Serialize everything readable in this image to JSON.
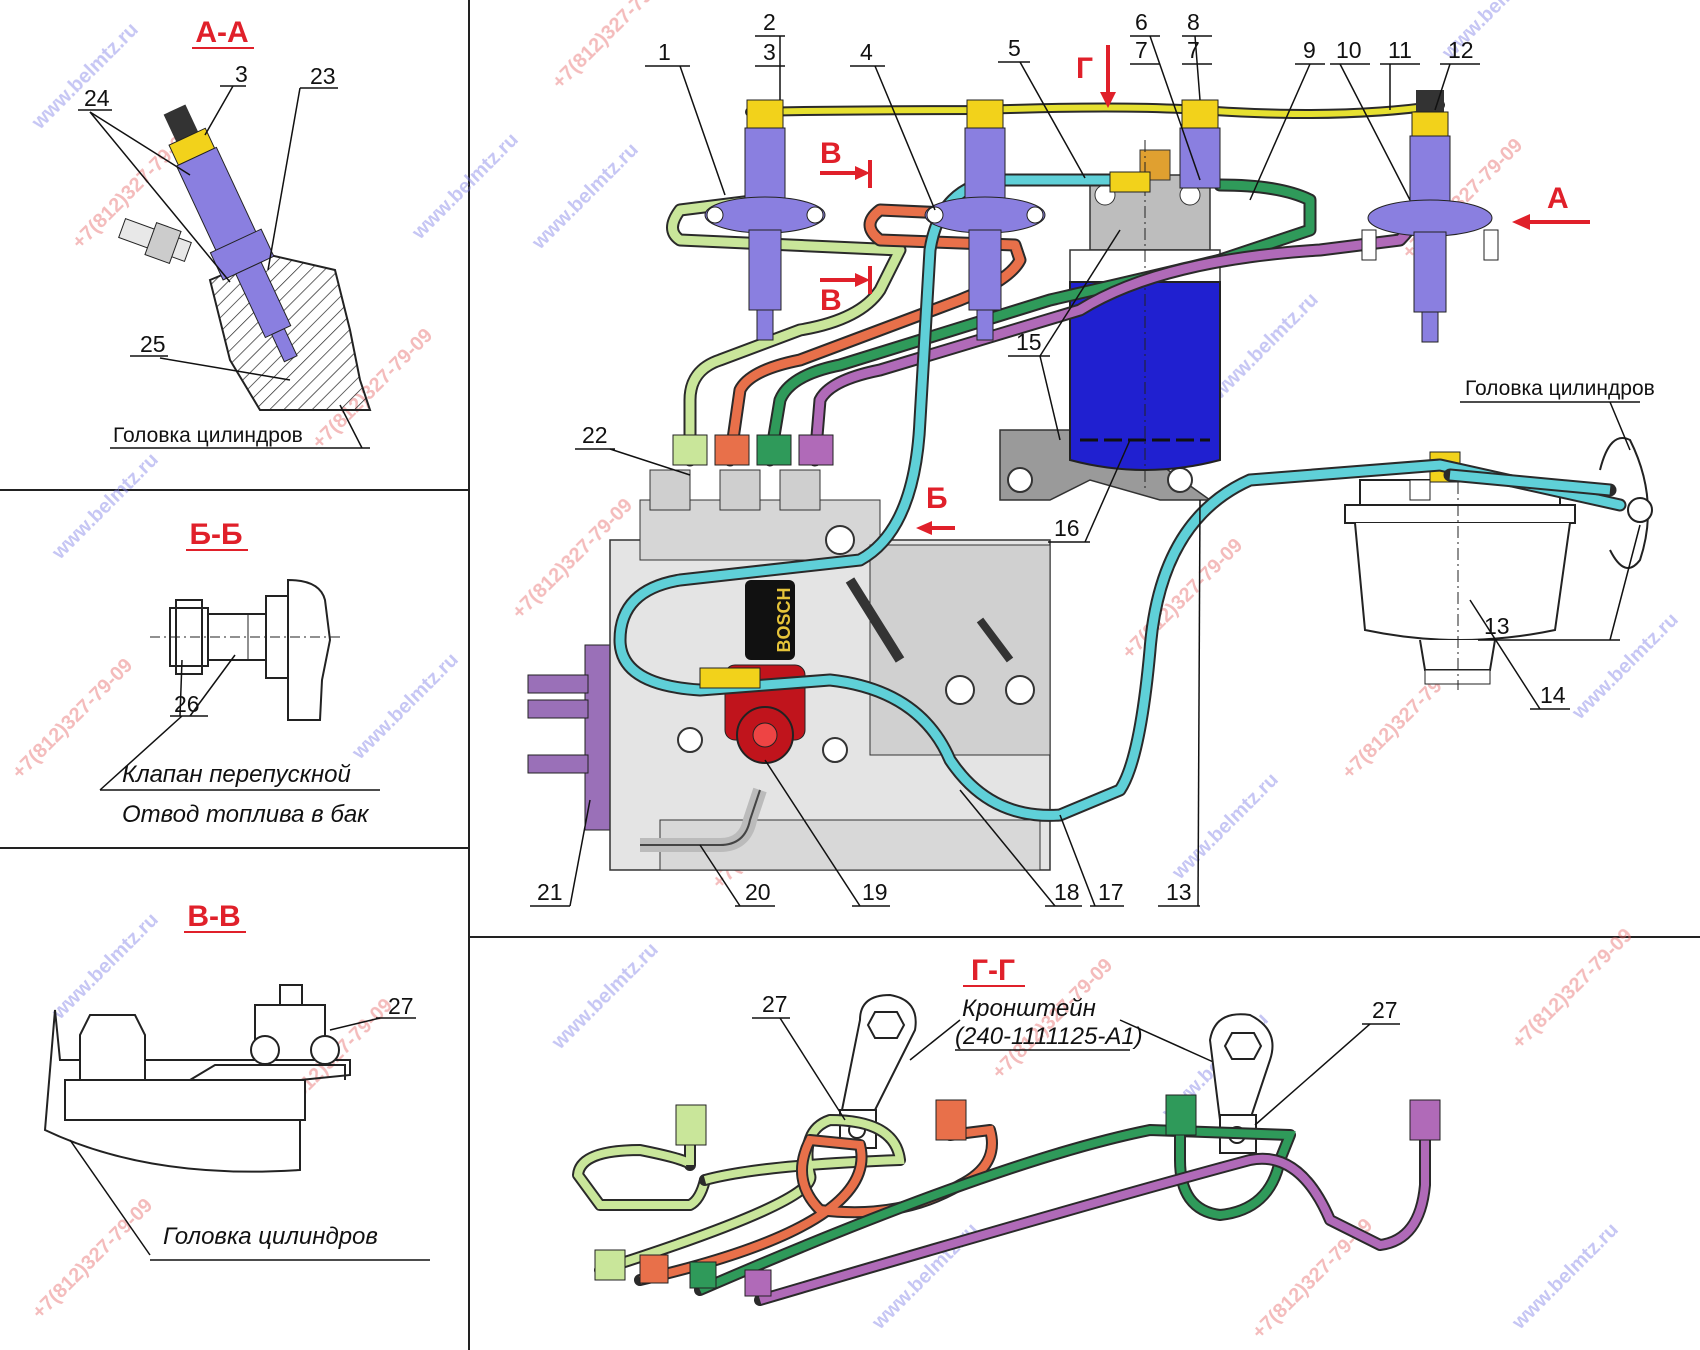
{
  "section_titles": {
    "aa": "А-А",
    "bb": "Б-Б",
    "vv": "В-В",
    "gg": "Г-Г"
  },
  "direction_labels": {
    "a": "А",
    "b": "Б",
    "v1": "В",
    "v2": "В",
    "g": "Г"
  },
  "notes": {
    "aa_head": "Головка цилиндров",
    "bb_valve": "Клапан перепускной",
    "bb_drain": "Отвод топлива в бак",
    "vv_head": "Головка цилиндров",
    "main_head": "Головка цилиндров",
    "gg_bracket_1": "Кронштейн",
    "gg_bracket_2": "(240-1111125-А1)"
  },
  "parts": {
    "p1": "1",
    "p2": "2",
    "p3": "3",
    "p3b": "3",
    "p4": "4",
    "p5": "5",
    "p6": "6",
    "p7a": "7",
    "p8": "8",
    "p7b": "7",
    "p9": "9",
    "p10": "10",
    "p11": "11",
    "p12": "12",
    "p13a": "13",
    "p13b": "13",
    "p14": "14",
    "p15": "15",
    "p16": "16",
    "p17": "17",
    "p18": "18",
    "p19": "19",
    "p20": "20",
    "p21": "21",
    "p22": "22",
    "p23": "23",
    "p24": "24",
    "p25": "25",
    "p26": "26",
    "p27a": "27",
    "p27b": "27",
    "p27c": "27"
  },
  "pump_brand": "BOSCH",
  "watermarks": {
    "site": "www.belmtz.ru",
    "phone": "+7(812)327-79-09"
  },
  "colors": {
    "accent_red": "#e0202a",
    "injector": "#8a7fe0",
    "clamp_yellow": "#f2d21b",
    "line_yellow": "#e6e030",
    "line_lightgreen": "#c9e69a",
    "line_orange": "#e8704a",
    "line_green": "#2f9a5a",
    "line_violet": "#b06ab8",
    "line_cyan": "#5fd0d8",
    "filter_blue": "#2020d0",
    "pump_red": "#c0141c",
    "pump_grey": "#dcdcdc",
    "flange_violet": "#9a70b8"
  }
}
